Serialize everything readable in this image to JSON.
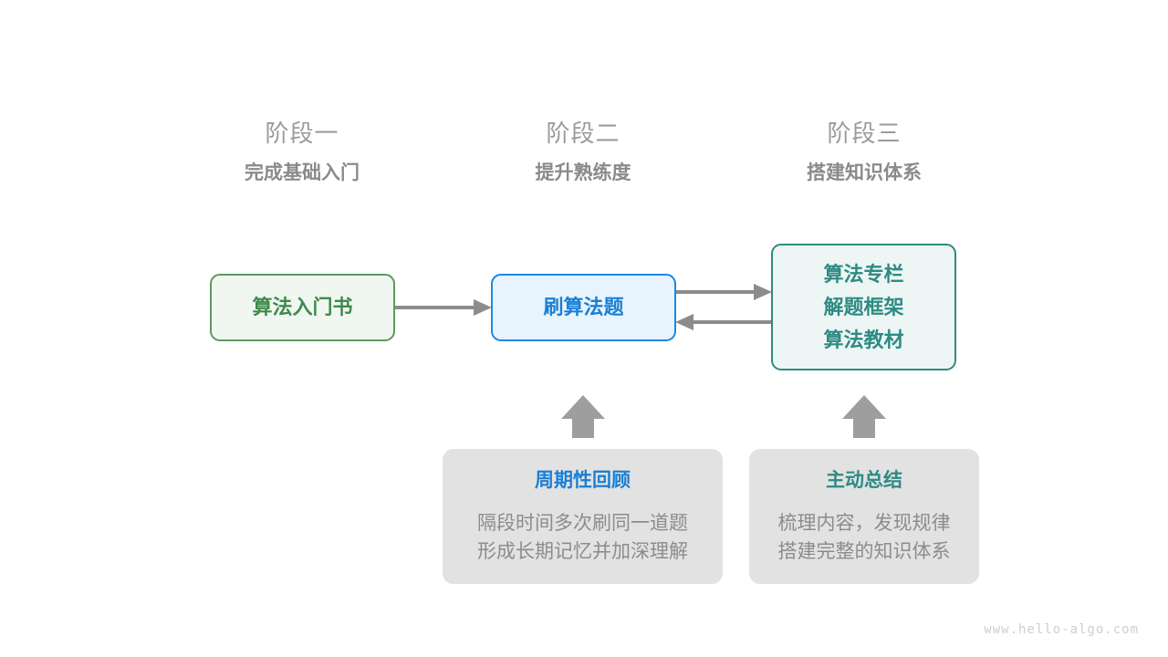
{
  "diagram": {
    "stages": [
      {
        "title": "阶段一",
        "subtitle": "完成基础入门"
      },
      {
        "title": "阶段二",
        "subtitle": "提升熟练度"
      },
      {
        "title": "阶段三",
        "subtitle": "搭建知识体系"
      }
    ],
    "nodes": [
      {
        "id": "book",
        "lines": [
          "算法入门书"
        ],
        "border_color": "#5d9a5d",
        "fill_color": "#f0f7f0",
        "text_color": "#3f8a4e"
      },
      {
        "id": "practice",
        "lines": [
          "刷算法题"
        ],
        "border_color": "#1e87e0",
        "fill_color": "#e7f4fd",
        "text_color": "#1b7fd4"
      },
      {
        "id": "system",
        "lines": [
          "算法专栏",
          "解题框架",
          "算法教材"
        ],
        "border_color": "#2e8b84",
        "fill_color": "#edf6f4",
        "text_color": "#2e8b84"
      }
    ],
    "tips": [
      {
        "id": "review",
        "title": "周期性回顾",
        "title_color": "#1b7fd4",
        "body": [
          "隔段时间多次刷同一道题",
          "形成长期记忆并加深理解"
        ],
        "fill_color": "#e2e2e2"
      },
      {
        "id": "summary",
        "title": "主动总结",
        "title_color": "#2e8b84",
        "body": [
          "梳理内容，发现规律",
          "搭建完整的知识体系"
        ],
        "fill_color": "#e2e2e2"
      }
    ],
    "connectors": {
      "color": "#8c8c8c",
      "book_to_practice": "arrow-right",
      "practice_to_system": "arrow-right",
      "system_to_practice": "arrow-left",
      "review_to_practice": "arrow-up",
      "summary_to_system": "arrow-up"
    },
    "watermark": "www.hello-algo.com"
  }
}
